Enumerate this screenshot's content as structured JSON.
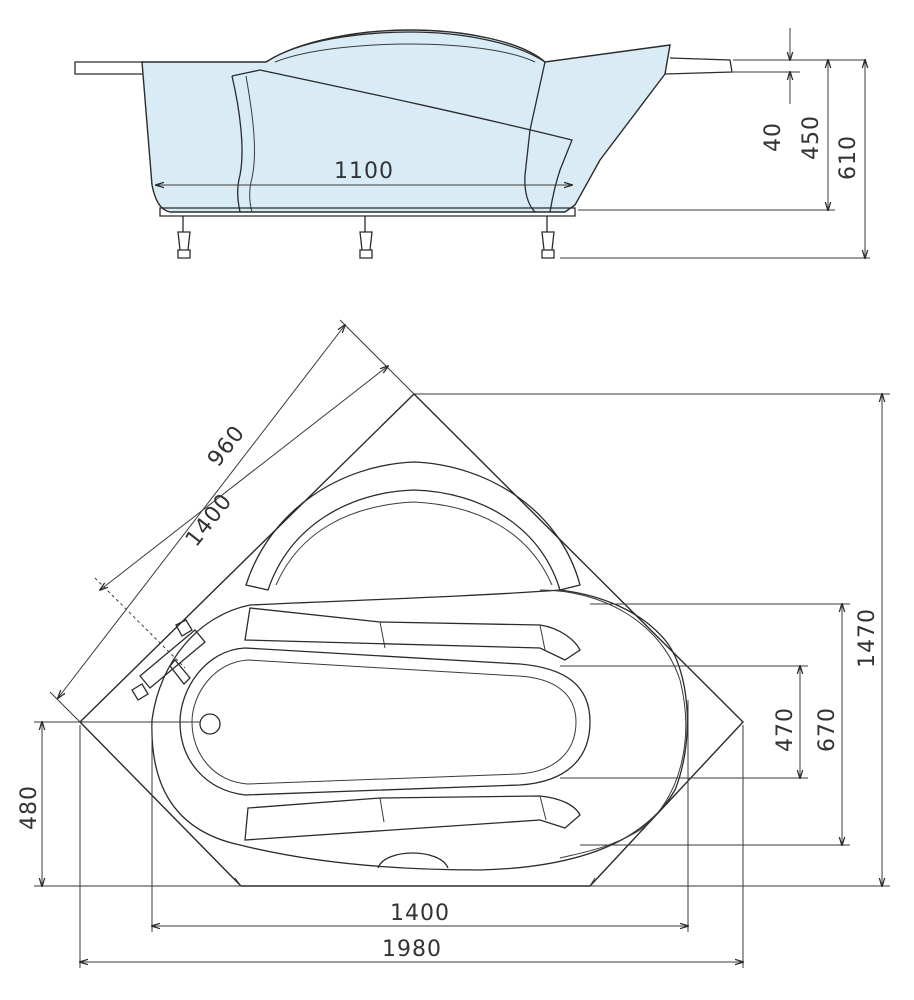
{
  "colors": {
    "line": "#2b2b2b",
    "water_fill": "#d9ecf6",
    "background": "#ffffff"
  },
  "side_view": {
    "dimensions": {
      "inner_length": "1100",
      "rim_height": "40",
      "tub_height": "450",
      "total_height": "610"
    }
  },
  "top_view": {
    "dimensions": {
      "diagonal_outer": "960",
      "diagonal_inner": "1400",
      "total_depth": "1470",
      "inner_width_large": "670",
      "inner_width_small": "470",
      "side_depth": "480",
      "inner_length": "1400",
      "total_length": "1980"
    }
  }
}
